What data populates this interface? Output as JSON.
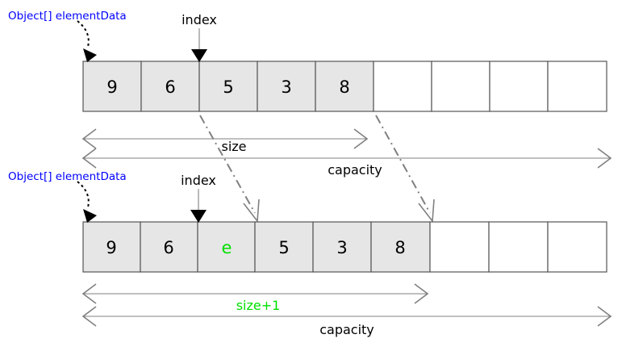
{
  "diagram": {
    "title": "ArrayList insertion at index",
    "colors": {
      "pointer_label": "#0000ff",
      "accent_green": "#00e000",
      "cell_fill": "#e6e6e6",
      "cell_stroke": "#555555",
      "measure_stroke": "#808080"
    }
  },
  "before": {
    "pointer_label": "Object[] elementData",
    "index_label": "index",
    "cells": [
      {
        "value": "9",
        "filled": true,
        "accent": false
      },
      {
        "value": "6",
        "filled": true,
        "accent": false
      },
      {
        "value": "5",
        "filled": true,
        "accent": false
      },
      {
        "value": "3",
        "filled": true,
        "accent": false
      },
      {
        "value": "8",
        "filled": true,
        "accent": false
      },
      {
        "value": "",
        "filled": false,
        "accent": false
      },
      {
        "value": "",
        "filled": false,
        "accent": false
      },
      {
        "value": "",
        "filled": false,
        "accent": false
      },
      {
        "value": "",
        "filled": false,
        "accent": false
      }
    ],
    "size_label": "size",
    "capacity_label": "capacity",
    "size_cells": 5,
    "capacity_cells": 9
  },
  "after": {
    "pointer_label": "Object[] elementData",
    "index_label": "index",
    "cells": [
      {
        "value": "9",
        "filled": true,
        "accent": false
      },
      {
        "value": "6",
        "filled": true,
        "accent": false
      },
      {
        "value": "e",
        "filled": true,
        "accent": true
      },
      {
        "value": "5",
        "filled": true,
        "accent": false
      },
      {
        "value": "3",
        "filled": true,
        "accent": false
      },
      {
        "value": "8",
        "filled": true,
        "accent": false
      },
      {
        "value": "",
        "filled": false,
        "accent": false
      },
      {
        "value": "",
        "filled": false,
        "accent": false
      },
      {
        "value": "",
        "filled": false,
        "accent": false
      }
    ],
    "size_label": "size+1",
    "capacity_label": "capacity",
    "size_cells": 6,
    "capacity_cells": 9
  },
  "shift_arrows": [
    {
      "name": "shift-index-boundary"
    },
    {
      "name": "shift-size-boundary"
    }
  ]
}
